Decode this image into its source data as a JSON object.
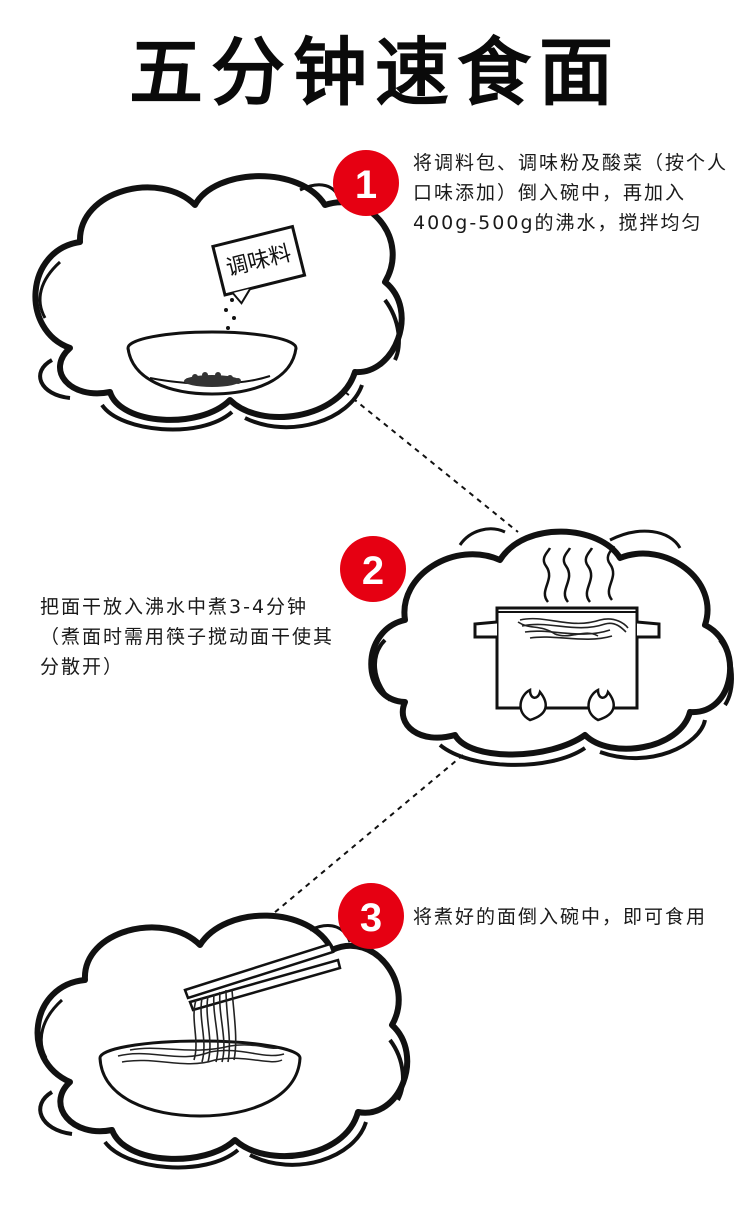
{
  "title": "五分钟速食面",
  "colors": {
    "badge": "#e60012",
    "ink": "#111111",
    "background": "#ffffff"
  },
  "steps": [
    {
      "number": "1",
      "text": "将调料包、调味粉及酸菜（按个人口味添加）倒入碗中，再加入400g-500g的沸水，搅拌均匀",
      "packet_label": "调味料",
      "illustration": "bowl-with-seasoning-icon"
    },
    {
      "number": "2",
      "text": "把面干放入沸水中煮3-4分钟（煮面时需用筷子搅动面干使其分散开）",
      "illustration": "pot-on-stove-icon"
    },
    {
      "number": "3",
      "text": "将煮好的面倒入碗中，即可食用",
      "illustration": "chopsticks-noodles-bowl-icon"
    }
  ]
}
